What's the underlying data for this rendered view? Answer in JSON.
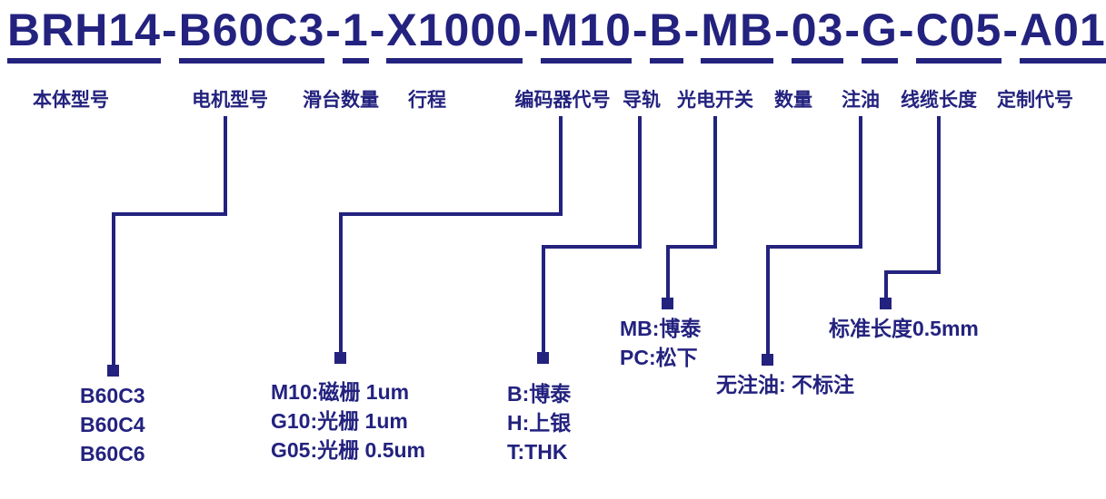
{
  "colors": {
    "ink": "#23227f",
    "background": "#ffffff"
  },
  "model": {
    "separator": "-",
    "segments": [
      "BRH14",
      "B60C3",
      "1",
      "X1000",
      "M10",
      "B",
      "MB",
      "03",
      "G",
      "C05",
      "A01"
    ]
  },
  "fields": [
    {
      "label": "本体型号"
    },
    {
      "label": "电机型号"
    },
    {
      "label": "滑台数量"
    },
    {
      "label": "行程"
    },
    {
      "label": "编码器代号"
    },
    {
      "label": "导轨"
    },
    {
      "label": "光电开关"
    },
    {
      "label": "数量"
    },
    {
      "label": "注油"
    },
    {
      "label": "线缆长度"
    },
    {
      "label": "定制代号"
    }
  ],
  "legend": {
    "motor": {
      "items": [
        "B60C3",
        "B60C4",
        "B60C6"
      ]
    },
    "encoder": {
      "items": [
        "M10:磁栅 1um",
        "G10:光栅 1um",
        "G05:光栅 0.5um"
      ]
    },
    "rail": {
      "items": [
        "B:博泰",
        "H:上银",
        "T:THK"
      ]
    },
    "switch": {
      "items": [
        "MB:博泰",
        "PC:松下"
      ]
    },
    "oil": {
      "items": [
        "无注油: 不标注"
      ]
    },
    "cable": {
      "items": [
        "标准长度0.5mm"
      ]
    }
  }
}
